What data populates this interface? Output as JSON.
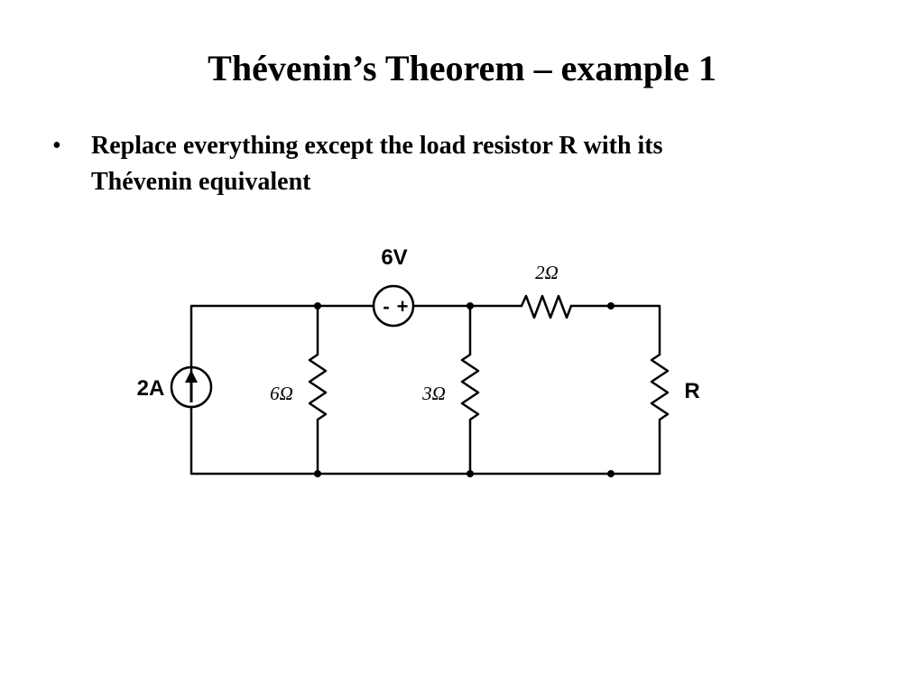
{
  "slide": {
    "title": "Thévenin’s Theorem – example 1",
    "bullets": [
      {
        "marker": "•",
        "lines": [
          "Replace everything except the load resistor R with its",
          "Thévenin equivalent"
        ]
      }
    ]
  },
  "circuit": {
    "current_source": {
      "label": "2A"
    },
    "voltage_source": {
      "label": "6V",
      "minus": "-",
      "plus": "+"
    },
    "resistors": {
      "r6": {
        "label": "6Ω"
      },
      "r3": {
        "label": "3Ω"
      },
      "r2": {
        "label": "2Ω"
      },
      "load": {
        "label": "R"
      }
    }
  }
}
